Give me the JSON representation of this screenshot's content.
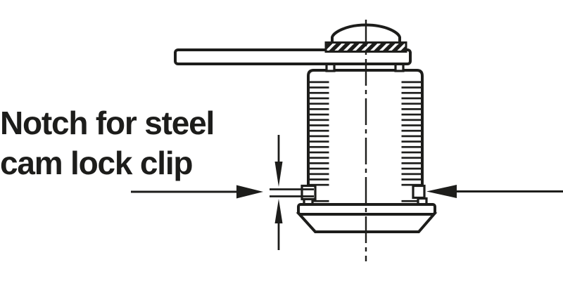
{
  "figure": {
    "kind": "technical-line-drawing",
    "subject": "cam-lock-cylinder-side-view",
    "label": {
      "line1": "Notch for steel",
      "line2": "cam lock clip"
    },
    "colors": {
      "ink": "#1d1d1b",
      "background": "#ffffff"
    }
  }
}
